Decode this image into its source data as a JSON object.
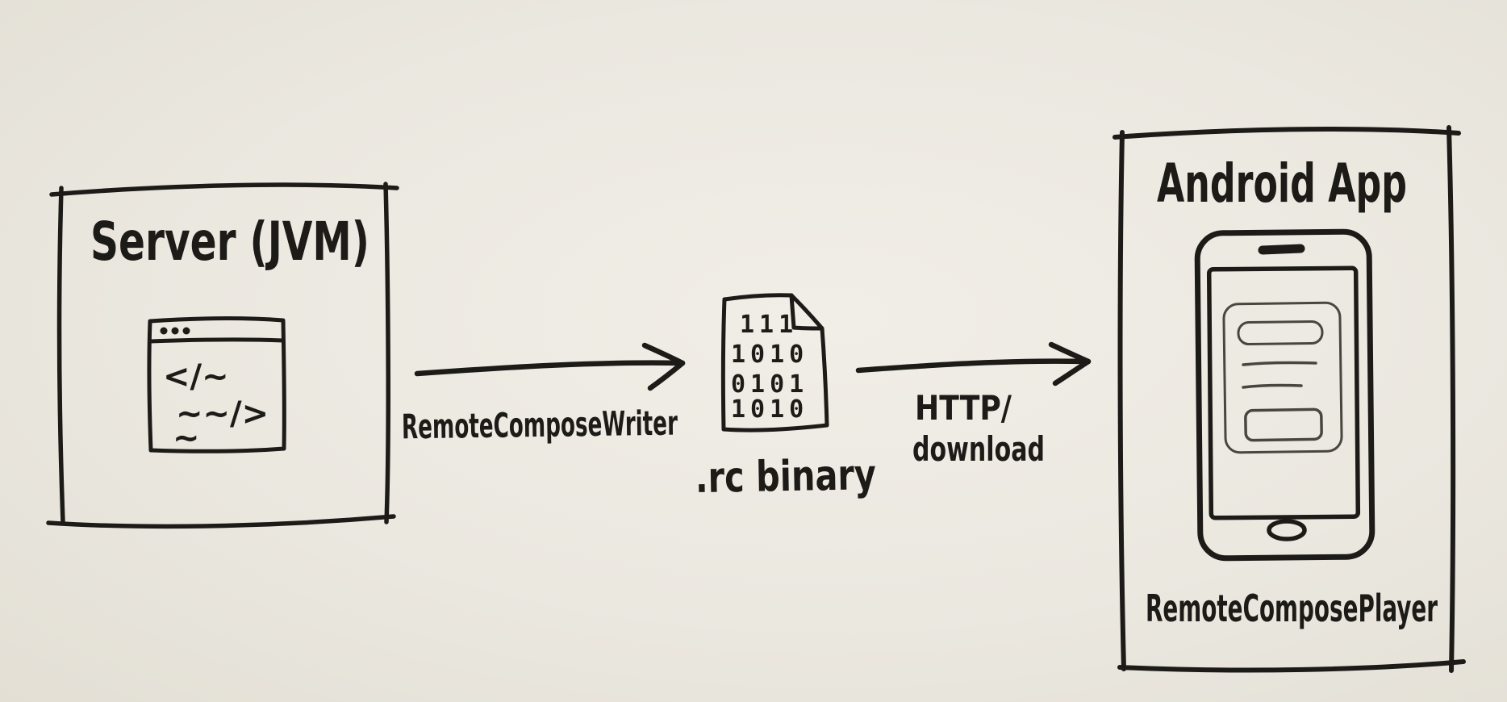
{
  "colors": {
    "paper": "#ebe8e0",
    "ink": "#1d1b18",
    "sketch": "#4a463f"
  },
  "server": {
    "title": "Server (JVM)",
    "icon": "code-window-icon",
    "code_lines": [
      "</~",
      "~~/>",
      "~"
    ]
  },
  "pipeline": {
    "writer_arrow": {
      "icon": "arrow-right-icon",
      "label": "RemoteComposeWriter"
    },
    "rc_file": {
      "icon": "binary-file-icon",
      "binary_rows": [
        "111",
        "1010",
        "0101",
        "1010"
      ],
      "label": ".rc binary"
    },
    "http_arrow": {
      "icon": "arrow-right-icon",
      "label_line1": "HTTP/",
      "label_line2": "download"
    }
  },
  "android": {
    "title": "Android App",
    "icon": "smartphone-icon",
    "caption": "RemoteComposePlayer"
  }
}
